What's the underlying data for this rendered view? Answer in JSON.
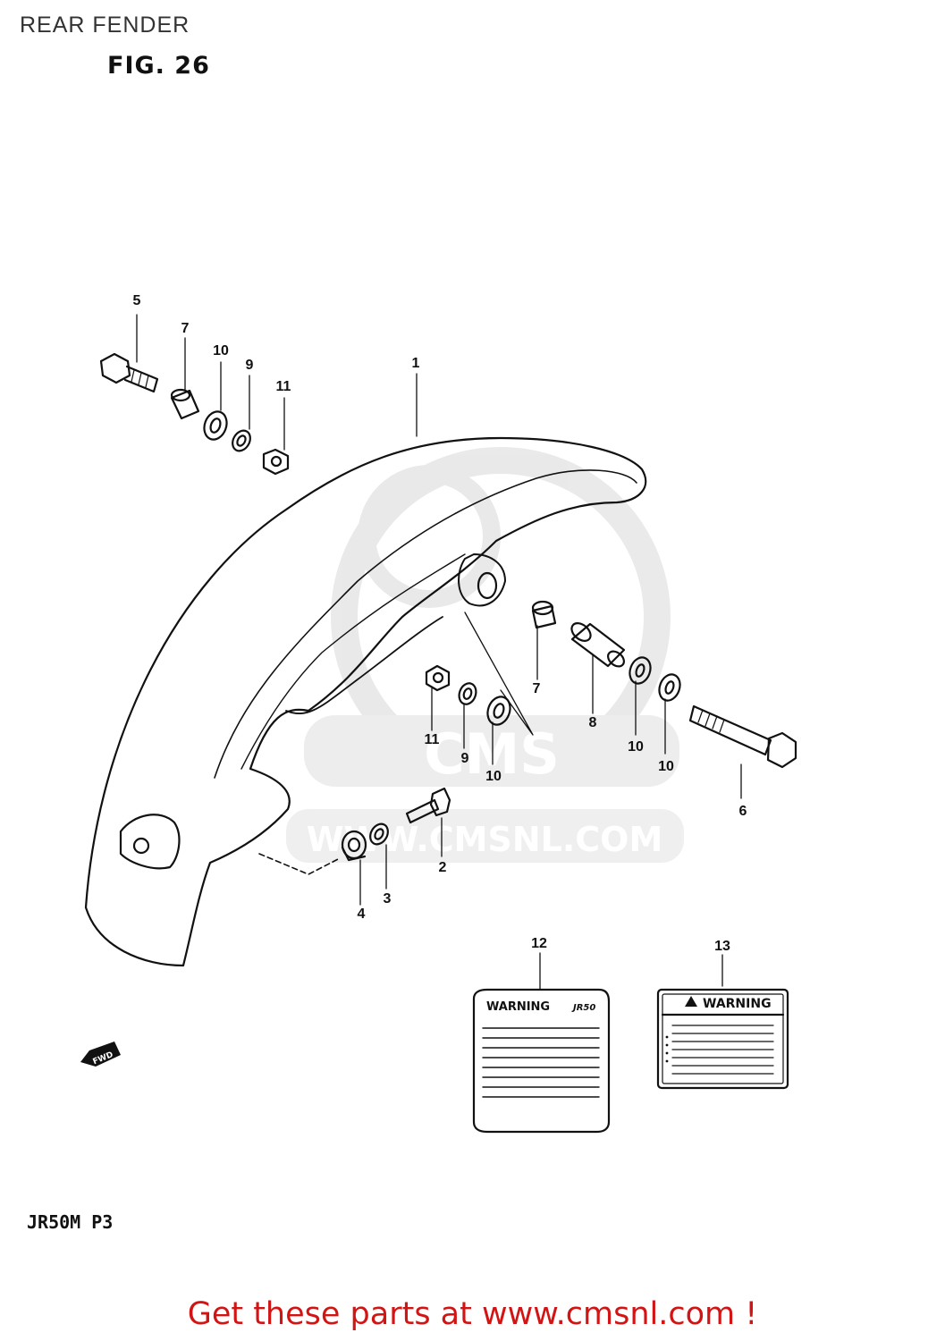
{
  "page": {
    "title": "REAR FENDER",
    "figure": "FIG. 26",
    "model": "JR50M P3",
    "footer": "Get these parts at www.cmsnl.com !",
    "watermark_text": "CMS",
    "watermark_url": "WWW.CMSNL.COM"
  },
  "callouts": [
    {
      "id": "1"
    },
    {
      "id": "2"
    },
    {
      "id": "3"
    },
    {
      "id": "4"
    },
    {
      "id": "5"
    },
    {
      "id": "6"
    },
    {
      "id": "7"
    },
    {
      "id": "8"
    },
    {
      "id": "9"
    },
    {
      "id": "10"
    },
    {
      "id": "11"
    },
    {
      "id": "12"
    },
    {
      "id": "13"
    }
  ],
  "labels": {
    "label_12_title": "WARNING",
    "label_12_model": "JR50",
    "label_13_title": "WARNING",
    "fwd": "FWD"
  },
  "colors": {
    "line": "#111111",
    "footer": "#d21414",
    "watermark": "#d8d8d8"
  }
}
